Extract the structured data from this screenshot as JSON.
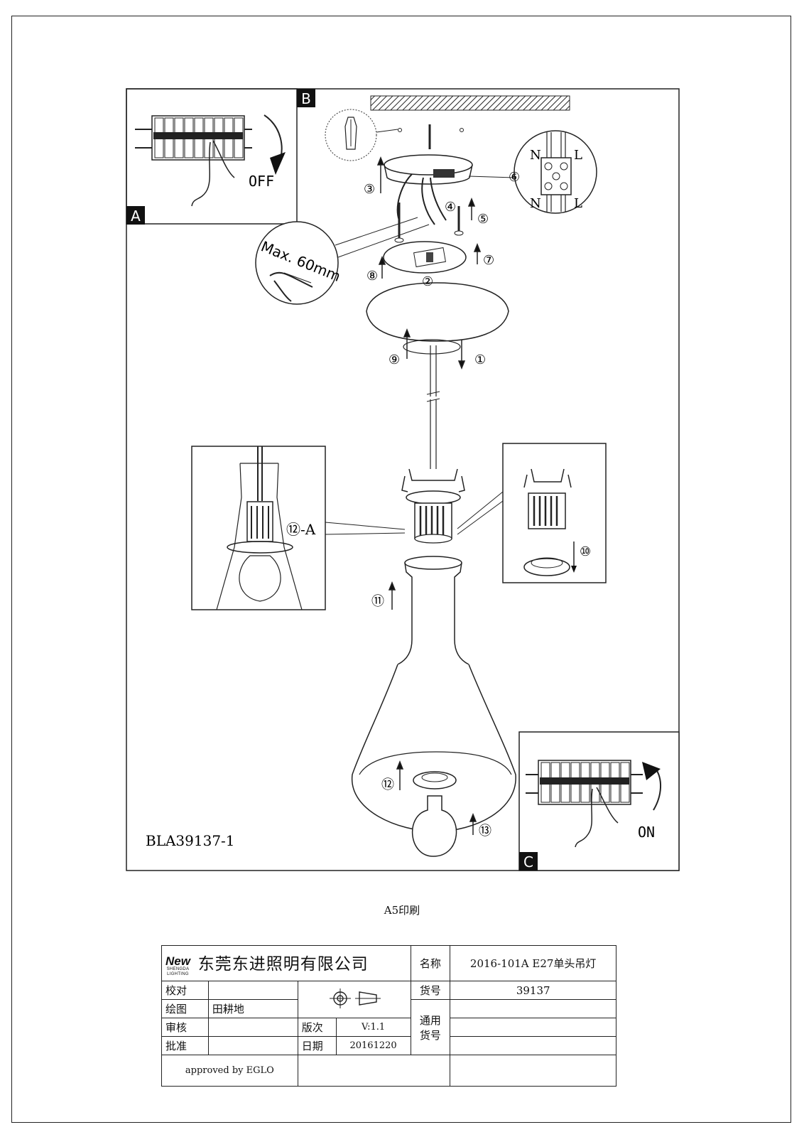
{
  "diagram": {
    "model_code": "BLA39137-1",
    "panel_a_label": "A",
    "panel_b_label": "B",
    "panel_c_label": "C",
    "off_label": "OFF",
    "on_label": "ON",
    "max_label": "Max. 60mm",
    "terminal_n_top": "N",
    "terminal_l_top": "L",
    "terminal_n_bottom": "N",
    "terminal_l_bottom": "L",
    "label_12a": "⑫-A",
    "steps": [
      "①",
      "②",
      "③",
      "④",
      "⑤",
      "⑥",
      "⑦",
      "⑧",
      "⑨",
      "⑩",
      "⑪",
      "⑫",
      "⑬"
    ]
  },
  "print_note": "A5印刷",
  "title_block": {
    "logo_main": "New",
    "logo_sub1": "SHENGDA",
    "logo_sub2": "LIGHTING",
    "company": "东莞东进照明有限公司",
    "name_label": "名称",
    "name_value": "2016-101A E27单头吊灯",
    "proofread_label": "校对",
    "proofread_value": "",
    "item_no_label": "货号",
    "item_no_value": "39137",
    "drawing_label": "绘图",
    "drawing_value": "田耕地",
    "general_item_label": "通用货号",
    "review_label": "审核",
    "review_value": "",
    "version_label": "版次",
    "version_value": "V:1.1",
    "approve_label": "批准",
    "approve_value": "",
    "date_label": "日期",
    "date_value": "20161220",
    "approved_by": "approved by EGLO"
  }
}
